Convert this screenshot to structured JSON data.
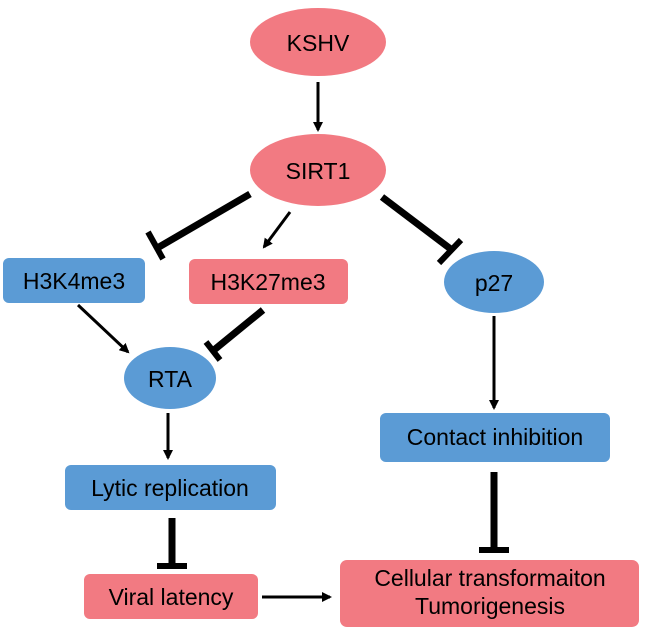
{
  "colors": {
    "red_node": "#F27A82",
    "blue_node": "#5B9BD5",
    "edge": "#000000",
    "text": "#000000"
  },
  "nodes": {
    "kshv": {
      "label": "KSHV",
      "shape": "ellipse",
      "color": "red"
    },
    "sirt1": {
      "label": "SIRT1",
      "shape": "ellipse",
      "color": "red"
    },
    "h3k4me3": {
      "label": "H3K4me3",
      "shape": "rounded-rect",
      "color": "blue"
    },
    "h3k27me3": {
      "label": "H3K27me3",
      "shape": "rounded-rect",
      "color": "red"
    },
    "p27": {
      "label": "p27",
      "shape": "ellipse",
      "color": "blue"
    },
    "rta": {
      "label": "RTA",
      "shape": "ellipse",
      "color": "blue"
    },
    "lytic": {
      "label": "Lytic replication",
      "shape": "rounded-rect",
      "color": "blue"
    },
    "contact": {
      "label": "Contact inhibition",
      "shape": "rounded-rect",
      "color": "blue"
    },
    "latency": {
      "label": "Viral latency",
      "shape": "rounded-rect",
      "color": "red"
    },
    "transform": {
      "label_line1": "Cellular transformaiton",
      "label_line2": "Tumorigenesis",
      "shape": "rounded-rect",
      "color": "red"
    }
  },
  "edges": [
    {
      "from": "KSHV",
      "to": "SIRT1",
      "type": "activation"
    },
    {
      "from": "SIRT1",
      "to": "H3K4me3",
      "type": "inhibition"
    },
    {
      "from": "SIRT1",
      "to": "H3K27me3",
      "type": "activation"
    },
    {
      "from": "SIRT1",
      "to": "p27",
      "type": "inhibition"
    },
    {
      "from": "H3K4me3",
      "to": "RTA",
      "type": "activation"
    },
    {
      "from": "H3K27me3",
      "to": "RTA",
      "type": "inhibition"
    },
    {
      "from": "RTA",
      "to": "Lytic replication",
      "type": "activation"
    },
    {
      "from": "Lytic replication",
      "to": "Viral latency",
      "type": "inhibition"
    },
    {
      "from": "p27",
      "to": "Contact inhibition",
      "type": "activation"
    },
    {
      "from": "Contact inhibition",
      "to": "Cellular transformaiton / Tumorigenesis",
      "type": "inhibition"
    },
    {
      "from": "Viral latency",
      "to": "Cellular transformaiton / Tumorigenesis",
      "type": "activation"
    }
  ]
}
